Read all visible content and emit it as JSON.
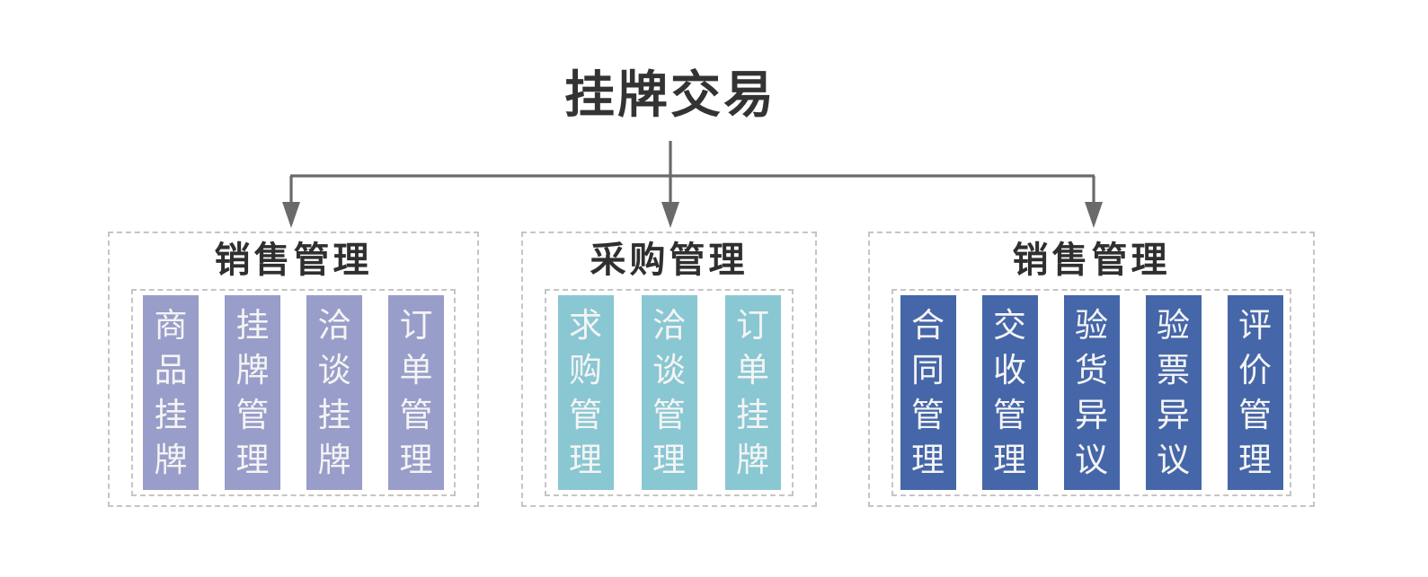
{
  "title": "挂牌交易",
  "colors": {
    "arrow": "#6a6a6a",
    "border": "#c5c5c5",
    "title_text": "#333333",
    "group_title_text": "#2f2f2f",
    "bar_text": "#f4f4f4",
    "purple": "#989dc9",
    "teal": "#89c7d2",
    "blue": "#4566a8"
  },
  "groups": [
    {
      "title": "销售管理",
      "bar_color": "#989dc9",
      "items": [
        "商品挂牌",
        "挂牌管理",
        "洽谈挂牌",
        "订单管理"
      ]
    },
    {
      "title": "采购管理",
      "bar_color": "#89c7d2",
      "items": [
        "求购管理",
        "洽谈管理",
        "订单挂牌"
      ]
    },
    {
      "title": "销售管理",
      "bar_color": "#4566a8",
      "items": [
        "合同管理",
        "交收管理",
        "验货异议",
        "验票异议",
        "评价管理"
      ]
    }
  ]
}
